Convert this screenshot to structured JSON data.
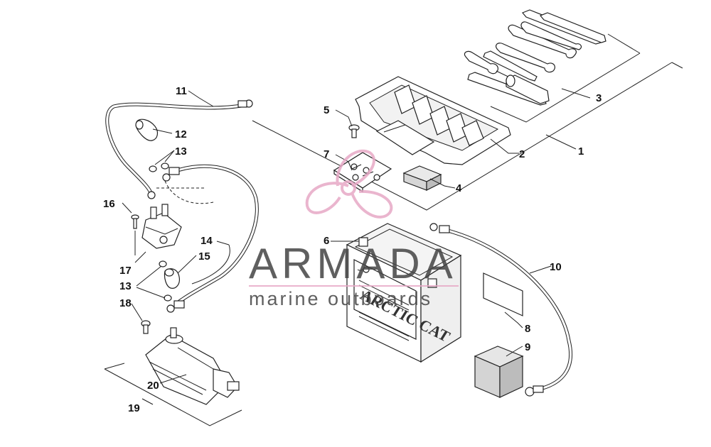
{
  "callouts": [
    {
      "id": "1",
      "label": "1"
    },
    {
      "id": "2",
      "label": "2"
    },
    {
      "id": "3",
      "label": "3"
    },
    {
      "id": "4",
      "label": "4"
    },
    {
      "id": "5",
      "label": "5"
    },
    {
      "id": "6",
      "label": "6"
    },
    {
      "id": "7",
      "label": "7"
    },
    {
      "id": "8",
      "label": "8"
    },
    {
      "id": "9",
      "label": "9"
    },
    {
      "id": "10",
      "label": "10"
    },
    {
      "id": "11",
      "label": "11"
    },
    {
      "id": "12",
      "label": "12"
    },
    {
      "id": "13a",
      "label": "13"
    },
    {
      "id": "13b",
      "label": "13"
    },
    {
      "id": "14",
      "label": "14"
    },
    {
      "id": "15",
      "label": "15"
    },
    {
      "id": "16",
      "label": "16"
    },
    {
      "id": "17",
      "label": "17"
    },
    {
      "id": "18",
      "label": "18"
    },
    {
      "id": "19",
      "label": "19"
    },
    {
      "id": "20",
      "label": "20"
    }
  ],
  "battery": {
    "brand": "ARCTIC CAT"
  },
  "watermark": {
    "name": "ARMADA",
    "tagline": "marine outboards",
    "logo_color": "#e7a9c6",
    "text_color": "#444444"
  }
}
